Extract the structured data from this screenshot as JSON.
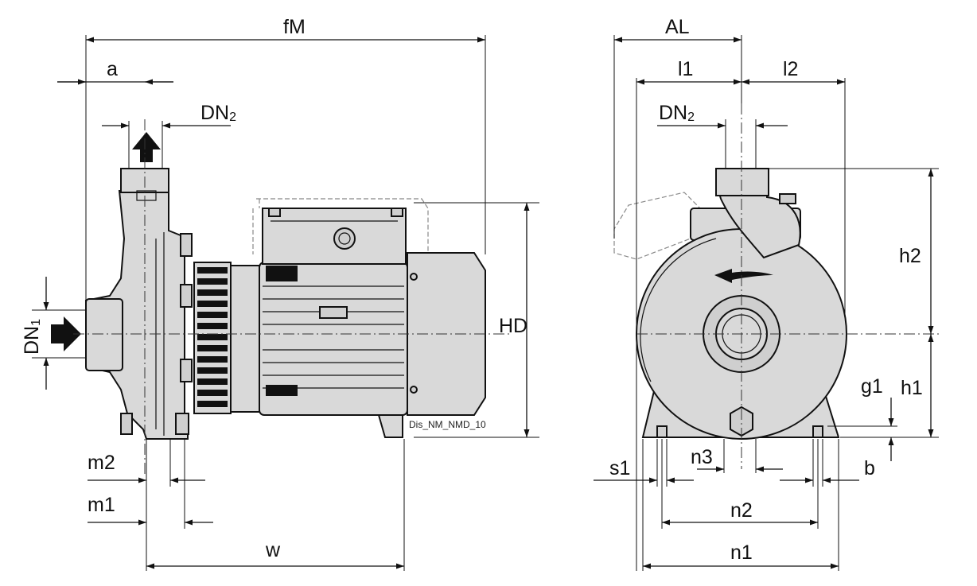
{
  "labels": {
    "fM": "fM",
    "a": "a",
    "DN2_left": "DN",
    "DN2_left_sub": "2",
    "DN1": "DN",
    "DN1_sub": "1",
    "HD": "HD",
    "m2": "m2",
    "m1": "m1",
    "w": "w",
    "drawing_code": "Dis_NM_NMD_10",
    "AL": "AL",
    "l1": "l1",
    "l2": "l2",
    "DN2_right": "DN",
    "DN2_right_sub": "2",
    "h2": "h2",
    "h1": "h1",
    "g1": "g1",
    "s1": "s1",
    "n3": "n3",
    "b": "b",
    "n2": "n2",
    "n1": "n1"
  },
  "colors": {
    "line": "#111111",
    "body_fill": "#d9d9d9",
    "background": "#ffffff"
  }
}
